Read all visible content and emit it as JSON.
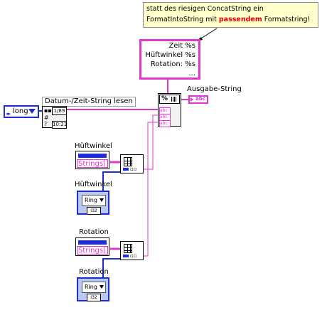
{
  "comment": {
    "line1": "statt des riesigen ConcatString ein",
    "line2_before": "FormatIntoString mit ",
    "line2_highlight": "passendem",
    "line2_after": " Formatstring!"
  },
  "format_string": {
    "lines": [
      "Zeit %s",
      "Hüftwinkel %s",
      "Rotation: %s",
      "..."
    ]
  },
  "enum_control": {
    "value": "long"
  },
  "datetime_node": {
    "label": "Datum-/Zeit-String lesen",
    "date_icon": "1/89",
    "time_icon": "10:21"
  },
  "format_node": {
    "header": "%",
    "in_terms": [
      "abc",
      "abc",
      "abc"
    ]
  },
  "output": {
    "label": "Ausgabe-String",
    "indicator": "abc"
  },
  "huft_array": {
    "label": "Hüftwinkel",
    "type_text": "Strings[]"
  },
  "huft_ring": {
    "label": "Hüftwinkel",
    "ring_text": "Ring",
    "num_text": "I32"
  },
  "rot_array": {
    "label": "Rotation",
    "type_text": "Strings[]"
  },
  "rot_ring": {
    "label": "Rotation",
    "ring_text": "Ring",
    "num_text": "I32"
  },
  "colors": {
    "string_wire": "#e236d0",
    "numeric_wire": "#1f2dd6",
    "note_bg": "#ffffcc",
    "highlight": "#e00000"
  }
}
